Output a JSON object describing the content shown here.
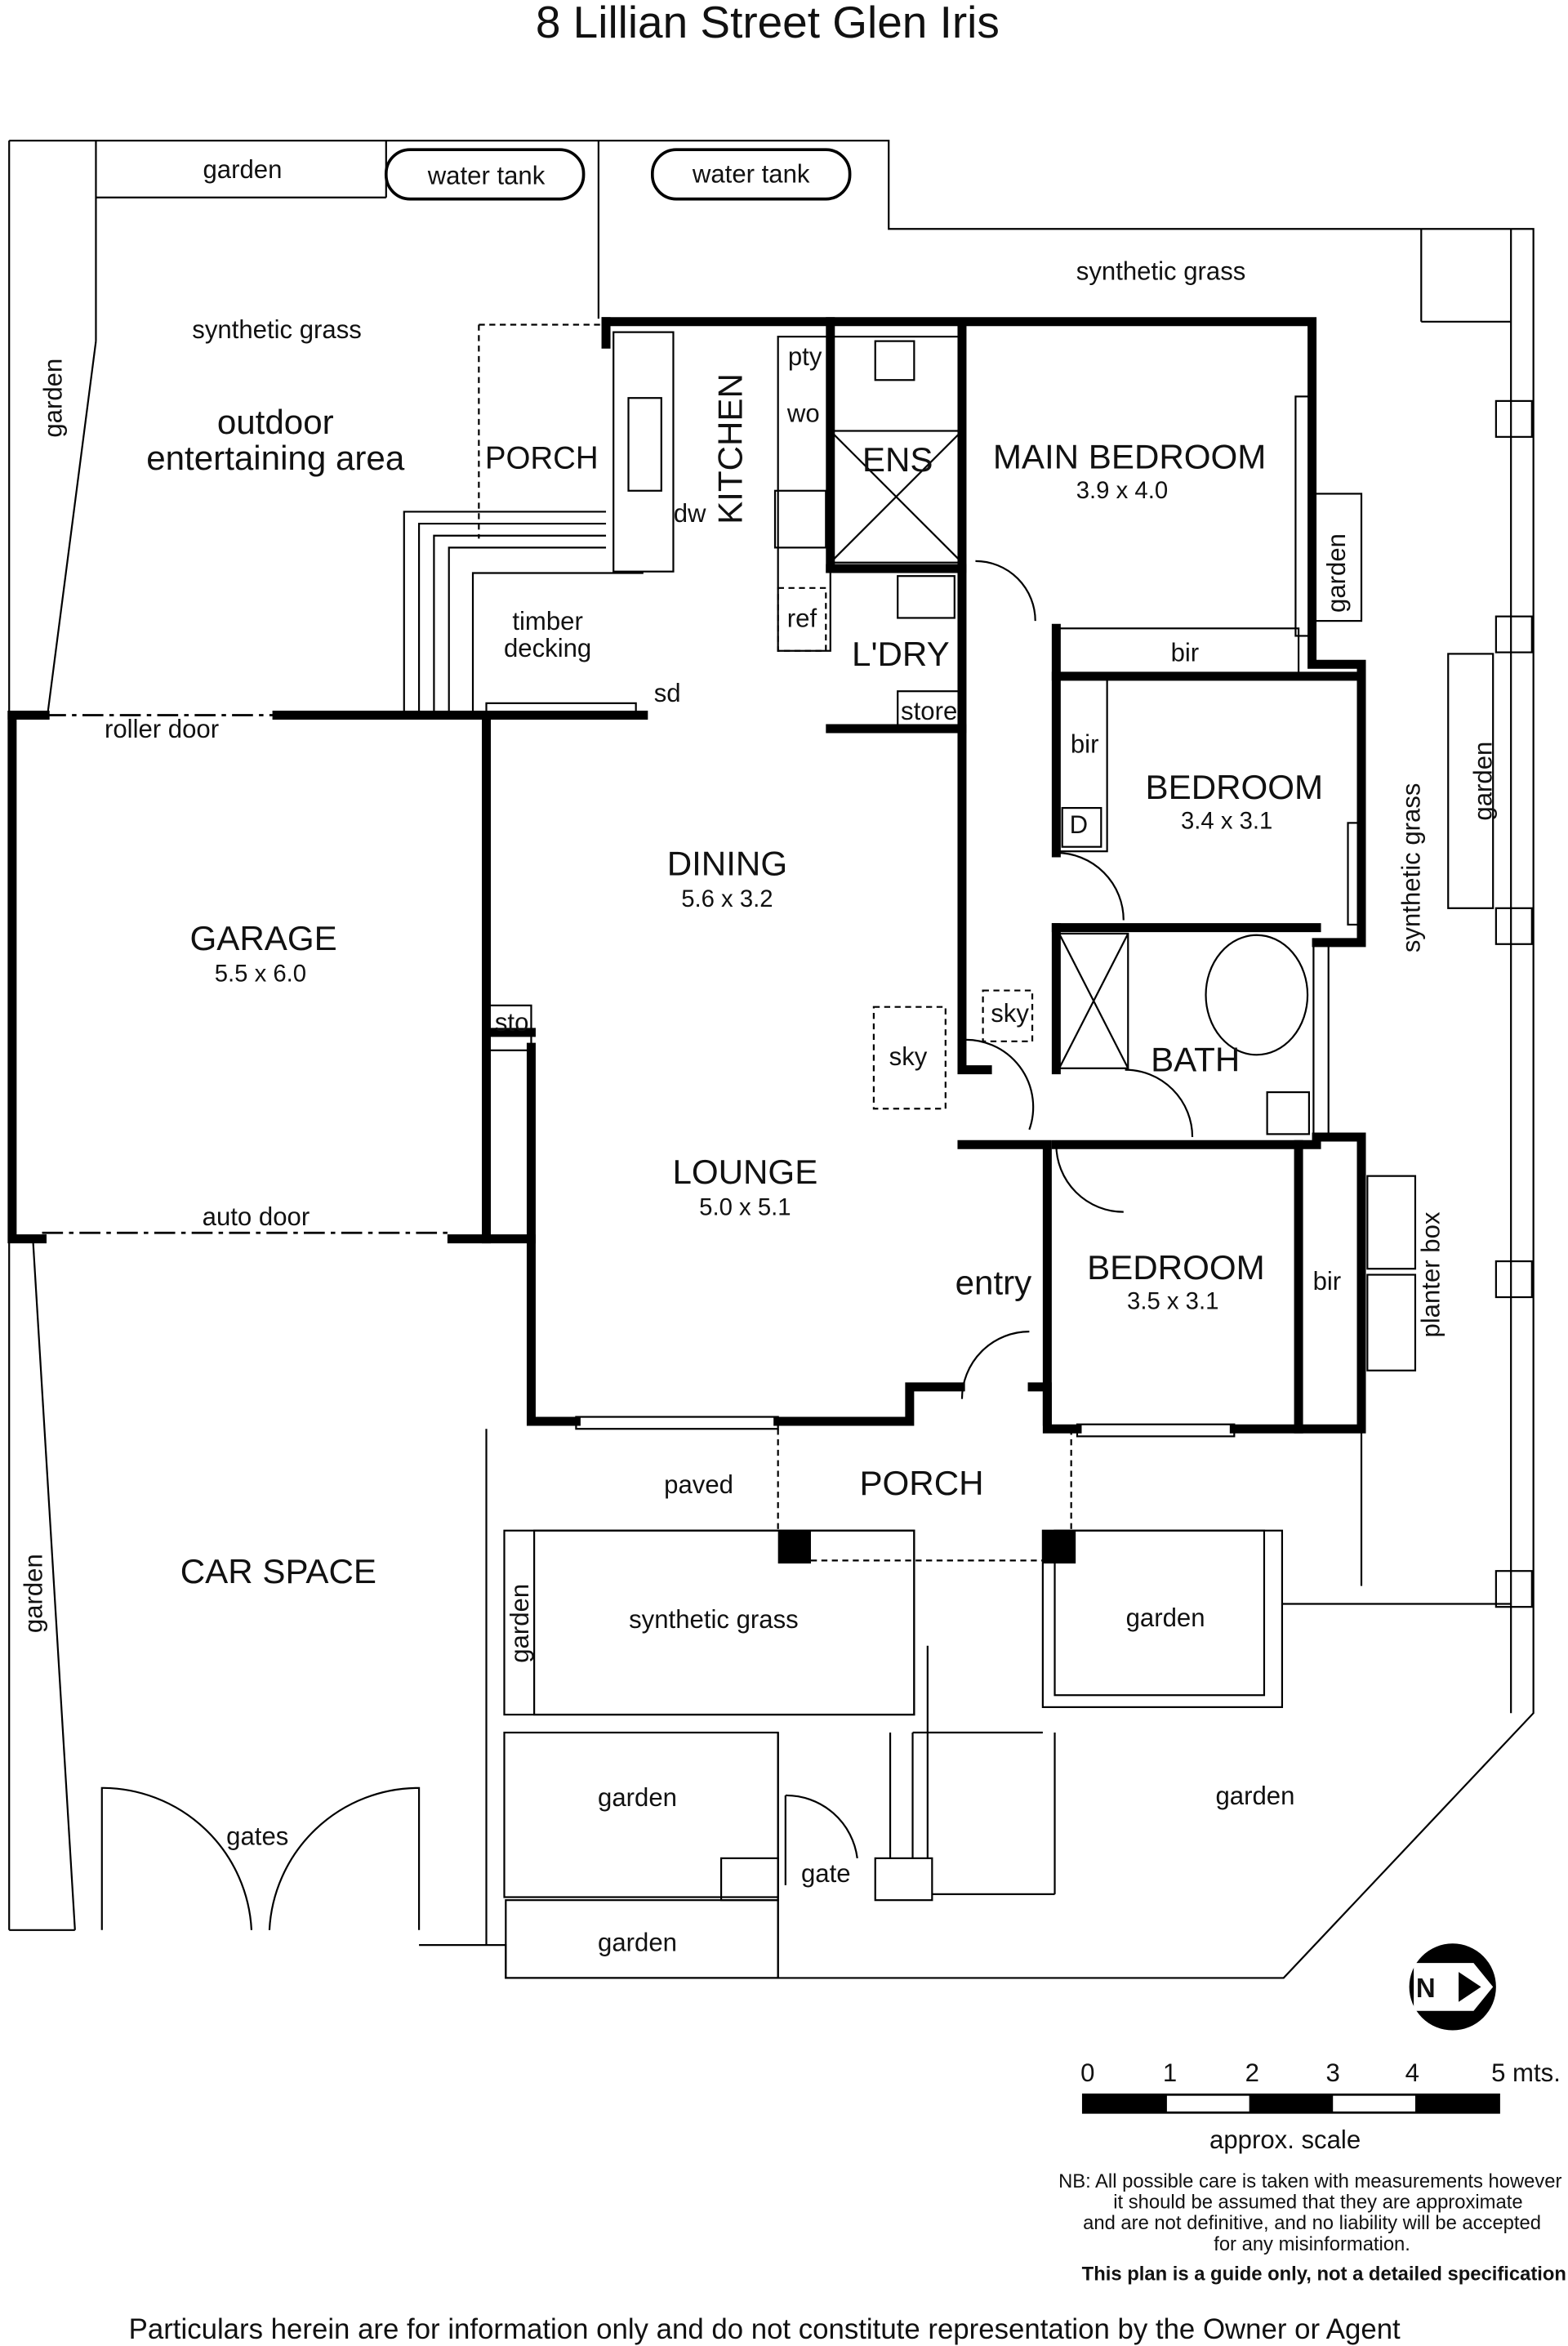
{
  "title": "8 Lillian Street Glen Iris",
  "labels": {
    "garden_top": "garden",
    "water_tank_1": "water tank",
    "water_tank_2": "water tank",
    "synthetic_grass_top_right": "synthetic grass",
    "synthetic_grass_top_left": "synthetic grass",
    "garden_left_top": "garden",
    "outdoor_1": "outdoor",
    "outdoor_2": "entertaining area",
    "porch_rear": "PORCH",
    "kitchen": "KITCHEN",
    "pty": "pty",
    "wo": "wo",
    "ens": "ENS",
    "main_bedroom": "MAIN BEDROOM",
    "main_bedroom_dim": "3.9 x 4.0",
    "dw": "dw",
    "garden_right_main": "garden",
    "timber_1": "timber",
    "timber_2": "decking",
    "ref": "ref",
    "ldry": "L'DRY",
    "bir_main": "bir",
    "sd": "sd",
    "store": "store",
    "roller_door": "roller door",
    "bir_bed2": "bir",
    "bedroom2": "BEDROOM",
    "bedroom2_dim": "3.4 x 3.1",
    "d": "D",
    "synthetic_grass_side": "synthetic grass",
    "garden_side": "garden",
    "dining": "DINING",
    "dining_dim": "5.6 x 3.2",
    "garage": "GARAGE",
    "garage_dim": "5.5 x 6.0",
    "sto": "sto",
    "sky_1": "sky",
    "sky_2": "sky",
    "bath": "BATH",
    "lounge": "LOUNGE",
    "lounge_dim": "5.0 x 5.1",
    "auto_door": "auto door",
    "bedroom3": "BEDROOM",
    "bedroom3_dim": "3.5 x 3.1",
    "bir_bed3": "bir",
    "entry": "entry",
    "planter_box": "planter box",
    "paved": "paved",
    "porch_front": "PORCH",
    "car_space": "CAR SPACE",
    "garden_left_bottom": "garden",
    "garden_front_small": "garden",
    "synthetic_grass_front": "synthetic grass",
    "garden_front_right": "garden",
    "garden_front_mid": "garden",
    "garden_front_far_right": "garden",
    "gates": "gates",
    "gate": "gate",
    "garden_front_bottom": "garden"
  },
  "scale": {
    "ticks": [
      "0",
      "1",
      "2",
      "3",
      "4",
      "5 mts."
    ],
    "caption": "approx. scale"
  },
  "compass": {
    "letter": "N"
  },
  "notes": {
    "line1": "NB: All possible care is taken with measurements however",
    "line2": "it should be assumed that they are approximate",
    "line3": "and are not definitive, and no liability will be accepted",
    "line4": "for any misinformation.",
    "bold": "This plan is a guide only, not a detailed specification"
  },
  "footer": "Particulars herein are for information only and do not constitute representation by the Owner or Agent"
}
